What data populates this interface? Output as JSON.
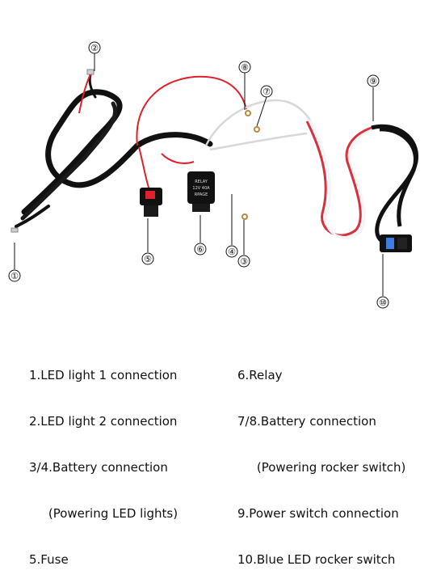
{
  "markers": [
    "①",
    "②",
    "③",
    "④",
    "⑤",
    "⑥",
    "⑦",
    "⑧",
    "⑨",
    "⑩"
  ],
  "relay_text": [
    "RELAY",
    "12V 40A",
    "RPAGE"
  ],
  "legend_left": [
    "1.LED light 1 connection",
    "2.LED light 2 connection",
    "3/4.Battery connection",
    "     (Powering LED lights)",
    "5.Fuse"
  ],
  "legend_right": [
    "6.Relay",
    "7/8.Battery connection",
    "     (Powering rocker switch)",
    "9.Power switch connection",
    "10.Blue LED rocker switch"
  ],
  "colors": {
    "black_wire": "#111111",
    "red_wire": "#e0202a",
    "white_wire": "#f2f2f2",
    "switch_blue": "#3f7de0"
  }
}
